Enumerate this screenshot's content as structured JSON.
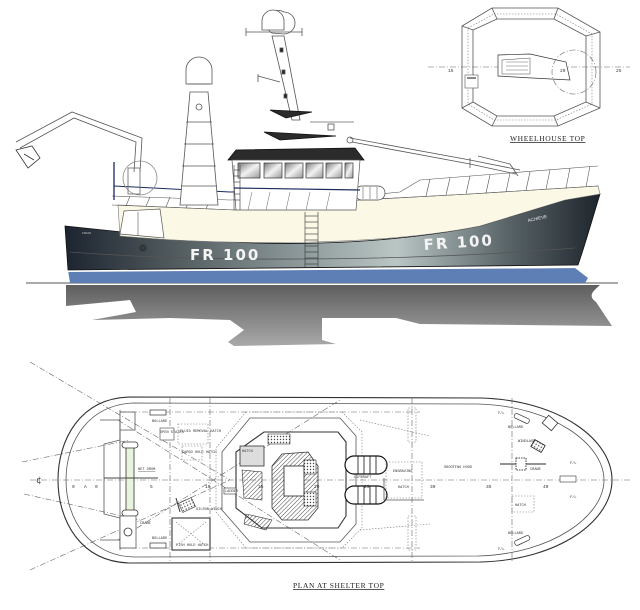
{
  "drawing": {
    "type": "general-arrangement",
    "vessel": {
      "registration": "FR 100",
      "name_on_bow": "ACHIEVE",
      "name_on_stern": "FR100"
    },
    "colors": {
      "hull_dark": "#1c2430",
      "hull_mid": "#8f9c9c",
      "hull_light": "#b9c6c4",
      "bulwark_cream": "#fbf8e6",
      "boot_topping_blue": "#5e7fb6",
      "waterline_white": "#ffffff",
      "reflection_grey": "#6f6f6f",
      "wheelhouse_roof": "#2b2b2b",
      "guard_rail_navy": "#1b2a5c"
    },
    "views": {
      "profile": {
        "label": ""
      },
      "wheelhouse_top": {
        "caption": "WHEELHOUSE TOP",
        "stations": [
          "15",
          "20",
          "25"
        ]
      },
      "plan": {
        "caption": "PLAN AT SHELTER TOP",
        "aft_marker": "¢",
        "aft_stations": [
          "0",
          "A",
          "0"
        ],
        "stations": [
          "5",
          "10",
          "15",
          "20",
          "25",
          "30",
          "35",
          "40"
        ],
        "labels": {
          "bollard_aft_port": "BOLLARD",
          "bollard_aft_stbd": "BOLLARD",
          "net_drum": "NET DRUM",
          "crane_aft": "CRANE",
          "open_stairs": "OPEN STAIRS",
          "fluid_removal_hatch": "FLUID REMOVAL HATCH",
          "cargo_hatch": "CARGO HOLD HATCH",
          "gilson_winch": "GILSON WINCH",
          "fish_hatch": "FISH HOLD HATCH",
          "ladder": "LADDER",
          "hatch_wh": "HATCH",
          "liferaft": "LIFERAFT",
          "engraving": "ENGRAVING",
          "hatch_mid": "HATCH",
          "shooting_hood": "SHOOTING HOOD",
          "bollard_fwd_port": "BOLLARD",
          "bollard_fwd_stbd": "BOLLARD",
          "windlass": "WINDLASS",
          "crane_fwd": "CRANE",
          "hatch_fwd": "HATCH",
          "fl_1": "F/L",
          "fl_2": "F/L",
          "fl_3": "F/L",
          "fl_4": "F/L"
        }
      }
    }
  }
}
